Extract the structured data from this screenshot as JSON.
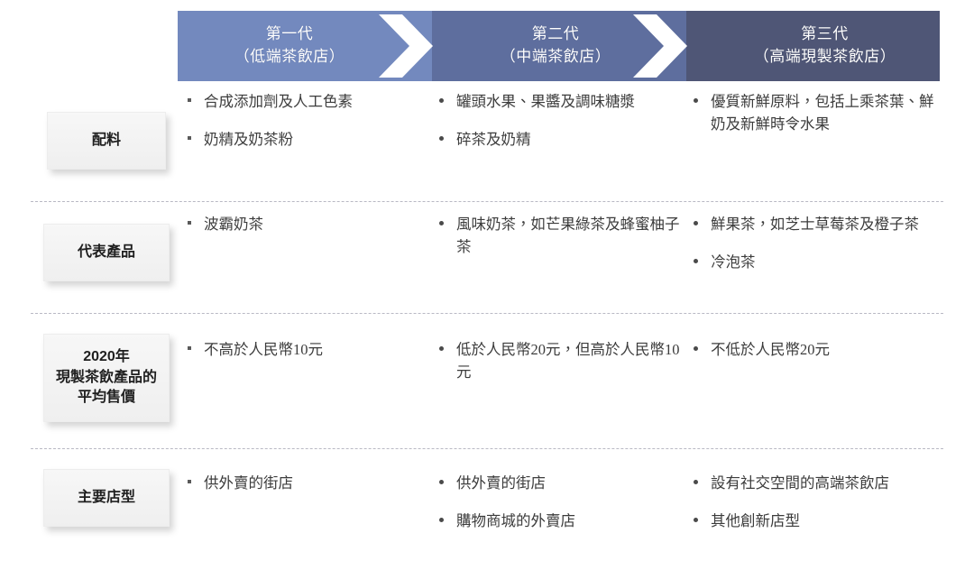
{
  "banner": {
    "generations": [
      {
        "id": "gen-1",
        "title": "第一代\n（低端茶飲店）",
        "color": "#7389be"
      },
      {
        "id": "gen-2",
        "title": "第二代\n（中端茶飲店）",
        "color": "#5e6e9e"
      },
      {
        "id": "gen-3",
        "title": "第三代\n（高端現製茶飲店）",
        "color": "#4f5676"
      }
    ],
    "chevron_color": "#ffffff"
  },
  "row_labels": [
    {
      "id": "ingredients",
      "text": "配料"
    },
    {
      "id": "representative-products",
      "text": "代表產品"
    },
    {
      "id": "average-price-2020",
      "text": "2020年\n現製茶飲產品的\n平均售價"
    },
    {
      "id": "main-store-types",
      "text": "主要店型"
    }
  ],
  "matrix": [
    {
      "row_id": "ingredients",
      "columns": [
        {
          "gen": "gen-1",
          "items": [
            "合成添加劑及人工色素",
            "奶精及奶茶粉"
          ]
        },
        {
          "gen": "gen-2",
          "items": [
            "罐頭水果、果醬及調味糖漿",
            "碎茶及奶精"
          ]
        },
        {
          "gen": "gen-3",
          "items": [
            "優質新鮮原料，包括上乘茶葉、鮮奶及新鮮時令水果"
          ]
        }
      ]
    },
    {
      "row_id": "representative-products",
      "columns": [
        {
          "gen": "gen-1",
          "items": [
            "波霸奶茶"
          ]
        },
        {
          "gen": "gen-2",
          "items": [
            "風味奶茶，如芒果綠茶及蜂蜜柚子茶"
          ]
        },
        {
          "gen": "gen-3",
          "items": [
            "鮮果茶，如芝士草莓茶及橙子茶",
            "冷泡茶"
          ]
        }
      ]
    },
    {
      "row_id": "average-price-2020",
      "columns": [
        {
          "gen": "gen-1",
          "items": [
            "不高於人民幣10元"
          ]
        },
        {
          "gen": "gen-2",
          "items": [
            "低於人民幣20元，但高於人民幣10元"
          ]
        },
        {
          "gen": "gen-3",
          "items": [
            "不低於人民幣20元"
          ]
        }
      ]
    },
    {
      "row_id": "main-store-types",
      "columns": [
        {
          "gen": "gen-1",
          "items": [
            "供外賣的街店"
          ]
        },
        {
          "gen": "gen-2",
          "items": [
            "供外賣的街店",
            "購物商城的外賣店"
          ]
        },
        {
          "gen": "gen-3",
          "items": [
            "設有社交空間的高端茶飲店",
            "其他創新店型"
          ]
        }
      ]
    }
  ],
  "colors": {
    "label_box_bg": "#f2f2f2",
    "divider": "#b9b9c4",
    "text": "#3c3c3c",
    "banner_text": "#ffffff"
  }
}
